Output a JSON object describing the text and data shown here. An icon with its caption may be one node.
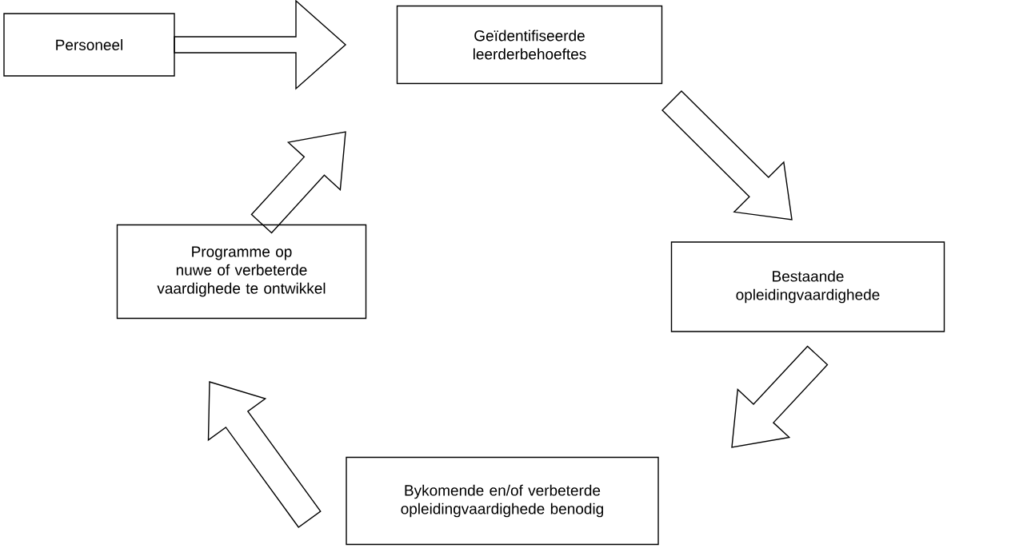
{
  "diagram": {
    "nodes": [
      {
        "text": [
          "Personeel"
        ]
      },
      {
        "text": [
          "Geïdentifiseerde leerderbehoeftes"
        ]
      },
      {
        "text": [
          "Bestaande opleidingvaardighede"
        ]
      },
      {
        "text": [
          "Bykomende en/of verbeterde opleidingvaardighede benodig"
        ]
      },
      {
        "text": [
          "Programme op nuwe of verbeterde vaardighede te ontwikkel"
        ]
      }
    ],
    "edges": [
      {
        "from": 0,
        "to": 1,
        "arrow": "to"
      },
      {
        "from": 1,
        "to": 2,
        "arrow": "to"
      },
      {
        "from": 2,
        "to": 3,
        "arrow": "to"
      },
      {
        "from": 3,
        "to": 4,
        "arrow": "to"
      },
      {
        "from": 4,
        "to": 1,
        "arrow": "to"
      }
    ]
  }
}
